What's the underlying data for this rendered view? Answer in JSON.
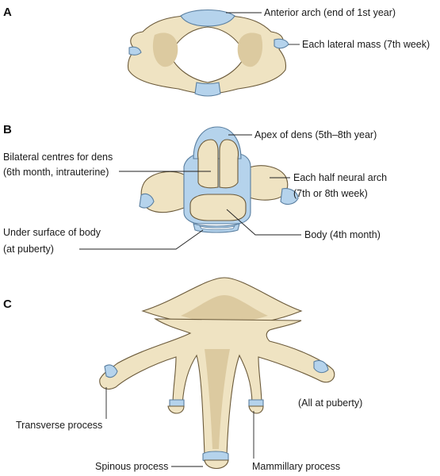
{
  "panels": {
    "a": "A",
    "b": "B",
    "c": "C"
  },
  "labels": {
    "anterior_arch": "Anterior arch (end of 1st year)",
    "lateral_mass": "Each lateral mass (7th week)",
    "apex_dens": "Apex of dens (5th–8th year)",
    "bilateral_line1": "Bilateral centres for dens",
    "bilateral_line2": "(6th month, intrauterine)",
    "half_arch_line1": "Each half neural arch",
    "half_arch_line2": "(7th or 8th week)",
    "under_surface_line1": "Under surface of body",
    "under_surface_line2": "(at puberty)",
    "body": "Body (4th month)",
    "all_puberty": "(All at puberty)",
    "transverse": "Transverse process",
    "spinous": "Spinous process",
    "mammillary": "Mammillary process"
  },
  "colors": {
    "bone": "#efe3c2",
    "cartilage": "#b5d3ec"
  }
}
